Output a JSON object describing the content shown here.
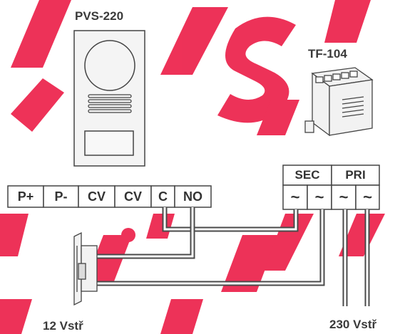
{
  "devices": {
    "intercom_panel": {
      "name": "PVS-220"
    },
    "transformer": {
      "name": "TF-104"
    },
    "door_lock": {}
  },
  "terminal_block": [
    "P+",
    "P-",
    "CV",
    "CV",
    "C",
    "NO"
  ],
  "transformer_terminals": {
    "sec_label": "SEC",
    "pri_label": "PRI",
    "symbols": [
      "~",
      "~",
      "~",
      "~"
    ]
  },
  "power_labels": {
    "lock_supply": "12 Vstř",
    "mains_supply": "230 Vstř"
  },
  "colors": {
    "wire": "#4a4a4a",
    "outline": "#444444",
    "watermark": "#e8003a",
    "device_fill": "#f2f2f2"
  }
}
